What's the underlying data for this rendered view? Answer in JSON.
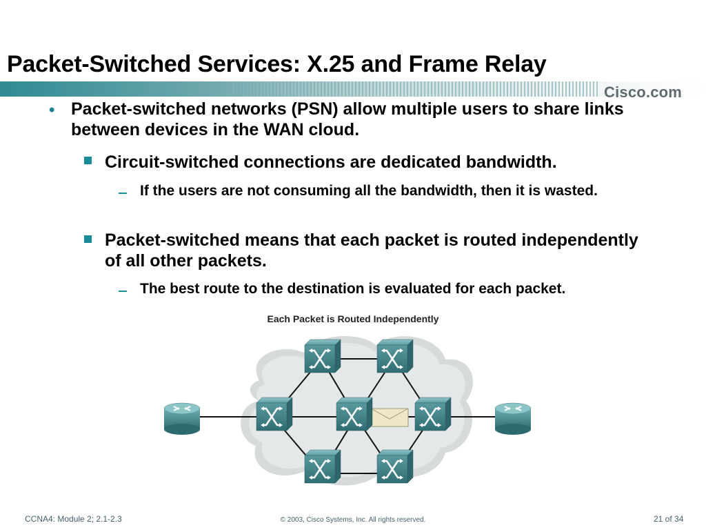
{
  "slide": {
    "title": "Packet-Switched Services: X.25 and Frame Relay",
    "logo": "Cisco.com"
  },
  "bullets": {
    "l1": "Packet-switched networks (PSN) allow multiple users to share links between devices in the WAN cloud.",
    "l2a": "Circuit-switched connections are dedicated bandwidth.",
    "l3a": "If the users are not consuming all the bandwidth, then it is wasted.",
    "l2b": "Packet-switched means that each packet is routed independently of all other packets.",
    "l3b": "The best route to the destination is evaluated for each packet."
  },
  "figure": {
    "title": "Each Packet is Routed Independently"
  },
  "footer": {
    "left": "CCNA4: Module 2; 2.1-2.3",
    "center": "© 2003, Cisco Systems, Inc. All rights reserved.",
    "right": "21 of 34"
  },
  "colors": {
    "accent_teal": "#1e8290",
    "device_teal": "#4a8f94",
    "cloud_gray": "#d4d8d8"
  }
}
